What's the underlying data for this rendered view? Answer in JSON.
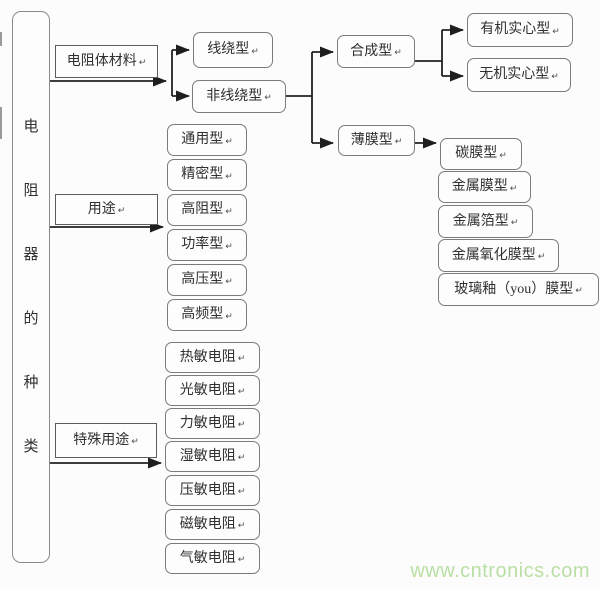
{
  "diagram_title": "电阻器的种类",
  "root": {
    "chars": [
      "电",
      "阻",
      "器",
      "的",
      "种",
      "类"
    ]
  },
  "marks": {
    "paragraph": "↵"
  },
  "branches": {
    "material": {
      "label": "电阻体材料",
      "wirewound": "线绕型",
      "non_wirewound": "非线绕型",
      "composite": "合成型",
      "organic_solid": "有机实心型",
      "inorganic_solid": "无机实心型",
      "thin_film": "薄膜型",
      "film_types": [
        "碳膜型",
        "金属膜型",
        "金属箔型",
        "金属氧化膜型",
        "玻璃釉（you）膜型"
      ]
    },
    "usage": {
      "label": "用途",
      "types": [
        "通用型",
        "精密型",
        "高阻型",
        "功率型",
        "高压型",
        "高频型"
      ]
    },
    "special": {
      "label": "特殊用途",
      "types": [
        "热敏电阻",
        "光敏电阻",
        "力敏电阻",
        "湿敏电阻",
        "压敏电阻",
        "磁敏电阻",
        "气敏电阻"
      ]
    }
  },
  "watermark": {
    "text": "www.cntronics.com",
    "color": "#b9dfa4"
  },
  "colors": {
    "background": "#fcfcfc",
    "box_border": "#7b7b7b",
    "category_border": "#5c5c5c",
    "line": "#222222",
    "text": "#303030"
  }
}
